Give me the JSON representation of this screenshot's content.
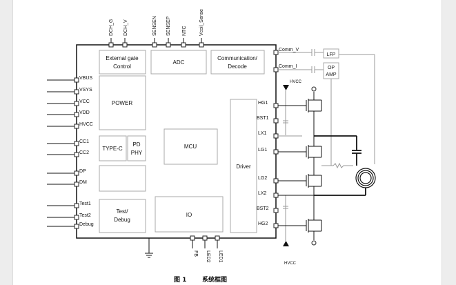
{
  "blocks": {
    "external_gate": "External gate",
    "external_gate_2": "Control",
    "adc": "ADC",
    "comm": "Communication/",
    "comm_2": "Decode",
    "power": "POWER",
    "typec": "TYPE-C",
    "pd": "PD",
    "pd_2": "PHY",
    "mcu": "MCU",
    "test": "Test/",
    "test_2": "Debug",
    "io": "IO",
    "driver": "Driver",
    "lfp": "LFP",
    "op": "OP",
    "op_2": "AMP"
  },
  "pins": {
    "top": [
      "DCH_G",
      "DCH_V",
      "SENSEN",
      "SENSEP",
      "NTC",
      "Vcoil_Sense"
    ],
    "bottom": [
      "FB",
      "LED2",
      "LED1"
    ],
    "left": [
      "VBUS",
      "VSYS",
      "VCC",
      "VDD",
      "HVCC",
      "CC1",
      "CC2",
      "DP",
      "DM",
      "Test1",
      "Test2",
      "Debug"
    ],
    "right": [
      "HG1",
      "BST1",
      "LX1",
      "LG1",
      "LG2",
      "LX2",
      "BST2",
      "HG2"
    ],
    "comm_v": "Comm_V",
    "comm_i": "Comm_I",
    "hvcc_top": "HVCC",
    "hvcc_bottom": "HVCC"
  },
  "caption": {
    "number": "图 1",
    "text": "系统框图"
  }
}
